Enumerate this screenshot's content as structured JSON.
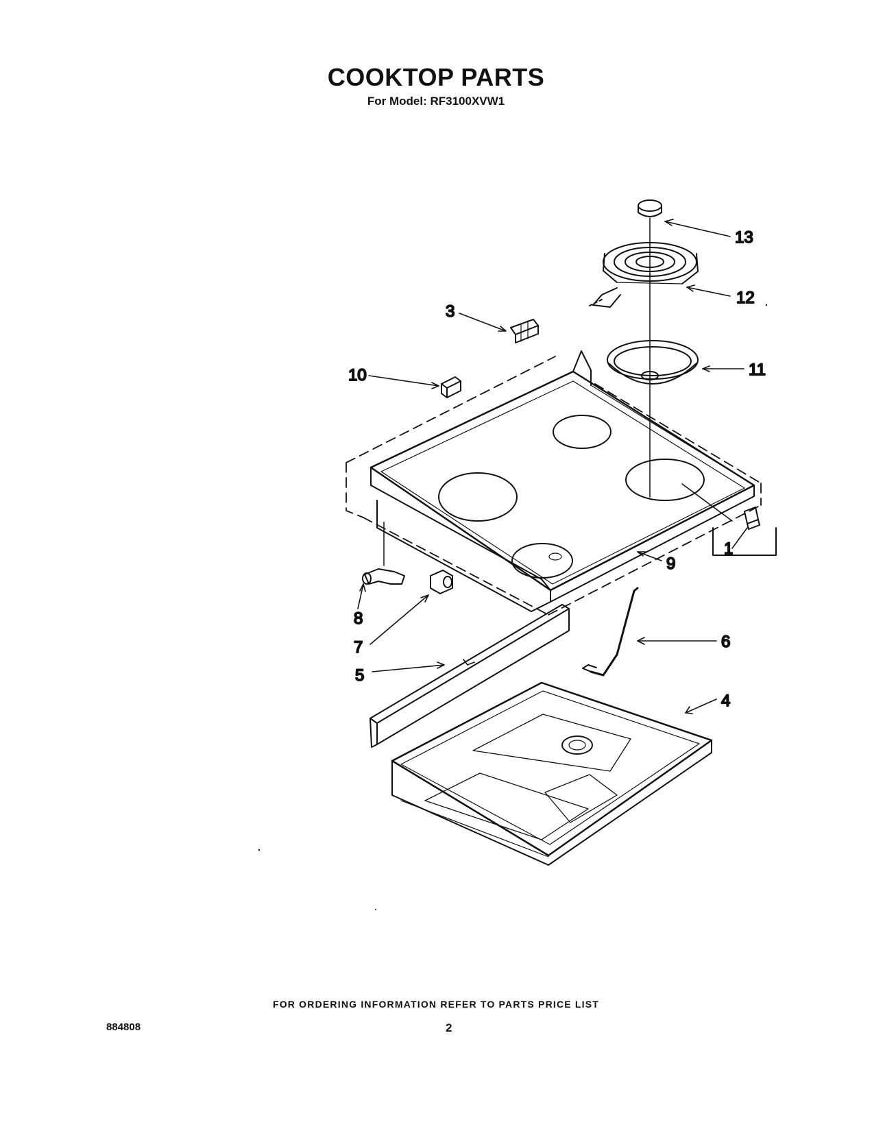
{
  "title": "COOKTOP PARTS",
  "subtitle": "For Model: RF3100XVW1",
  "footer_note": "FOR ORDERING INFORMATION REFER TO PARTS PRICE LIST",
  "document_number": "884808",
  "page_number": "2",
  "callouts": [
    "1",
    "3",
    "4",
    "5",
    "6",
    "7",
    "8",
    "9",
    "10",
    "11",
    "12",
    "13"
  ]
}
